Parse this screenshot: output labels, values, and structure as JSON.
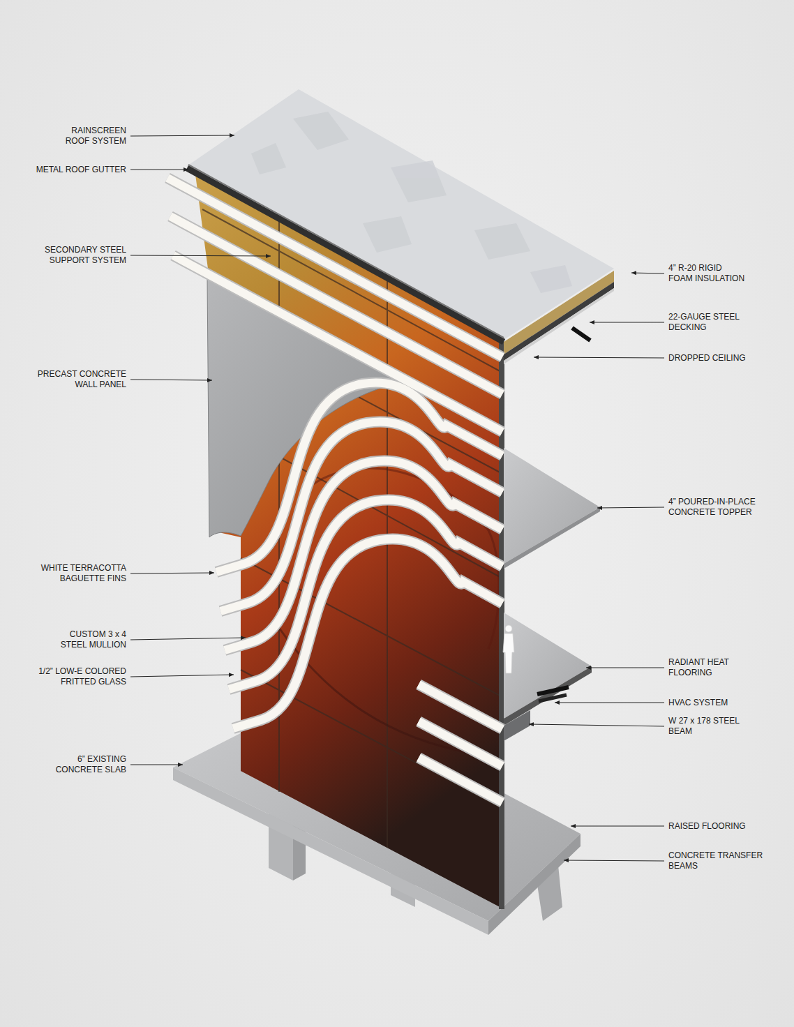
{
  "diagram": {
    "labels": [
      "RAINSCREEN ROOF SYSTEM",
      "METAL ROOF GUTTER",
      "SECONDARY STEEL SUPPORT SYSTEM",
      "PRECAST CONCRETE WALL PANEL",
      "WHITE TERRACOTTA BAGUETTE FINS",
      "CUSTOM 3 x 4 STEEL MULLION",
      "1/2” LOW-E COLORED FRITTED GLASS",
      "6” EXISTING CONCRETE SLAB",
      "4” R-20 RIGID FOAM INSULATION",
      "22-GAUGE STEEL DECKING",
      "DROPPED CEILING",
      "4” POURED-IN-PLACE CONCRETE TOPPER",
      "RADIANT HEAT FLOORING",
      "HVAC SYSTEM",
      "W 27 x 178 STEEL BEAM",
      "RAISED FLOORING",
      "CONCRETE TRANSFER BEAMS"
    ]
  }
}
